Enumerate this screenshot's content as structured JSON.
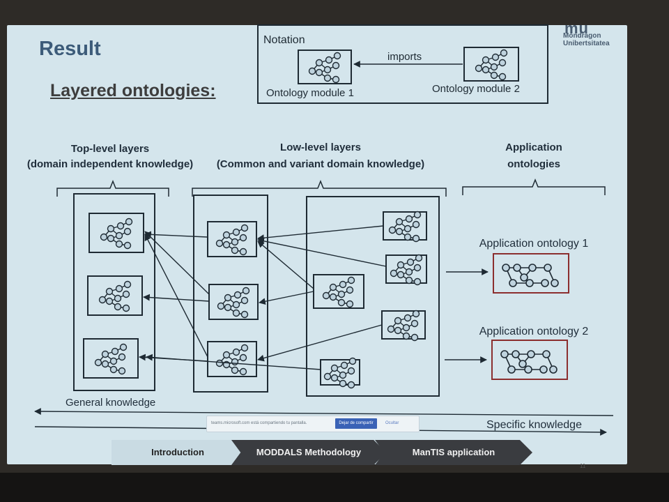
{
  "slide": {
    "title": "Result",
    "subtitle": "Layered ontologies:",
    "logo": {
      "mark": "mu",
      "line1": "Mondragon",
      "line2": "Unibertsitatea"
    },
    "page_number": "11"
  },
  "notation": {
    "heading": "Notation",
    "relation": "imports",
    "module1": "Ontology module 1",
    "module2": "Ontology module 2"
  },
  "groups": {
    "top_level": {
      "line1": "Top-level layers",
      "line2": "(domain independent knowledge)"
    },
    "low_level": {
      "line1": "Low-level layers",
      "line2": "(Common and variant domain knowledge)"
    },
    "application": {
      "line1": "Application",
      "line2": "ontologies"
    }
  },
  "applications": [
    "Application ontology 1",
    "Application ontology 2"
  ],
  "axis": {
    "general": "General knowledge",
    "specific": "Specific knowledge"
  },
  "share_bar": {
    "message": "teams.microsoft.com está compartiendo tu pantalla.",
    "stop_button": "Dejar de compartir",
    "hide_button": "Ocultar"
  },
  "nav": {
    "items": [
      "Introduction",
      "MODDALS Methodology",
      "ManTIS application"
    ],
    "active": "Introduction"
  },
  "colors": {
    "slide_bg": "#d4e5ec",
    "title": "#3c5b79",
    "app_box_border": "#8b2e2e",
    "nav_dark": "#3a3c40"
  }
}
